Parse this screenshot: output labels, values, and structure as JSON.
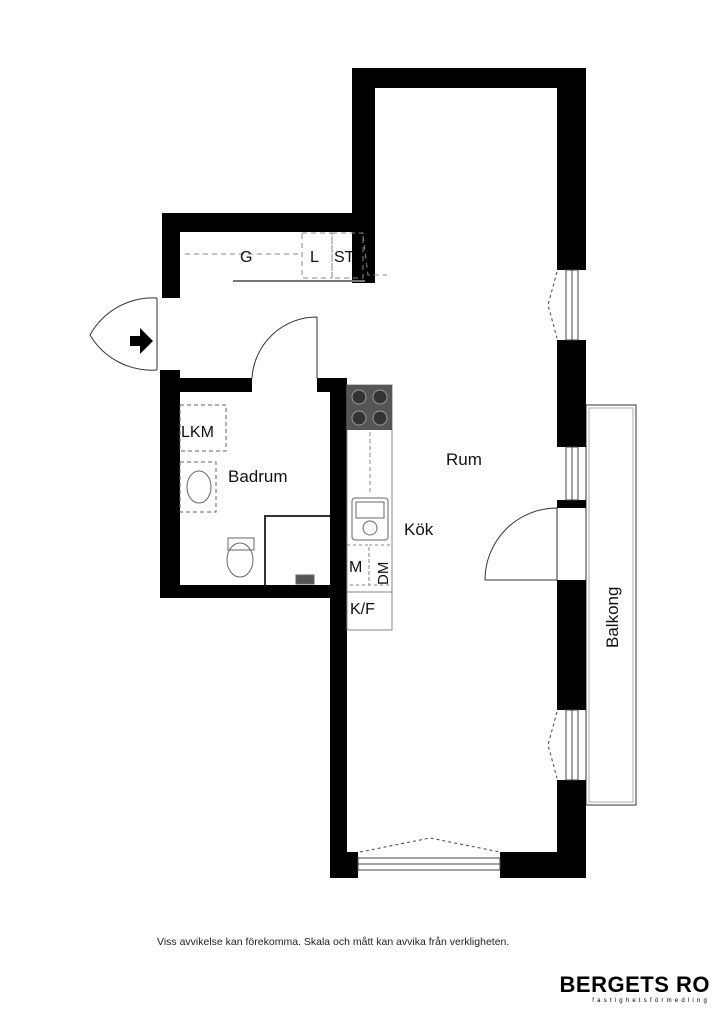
{
  "rooms": {
    "rum": "Rum",
    "badrum": "Badrum",
    "kok": "Kök",
    "balkong": "Balkong"
  },
  "fixtures": {
    "g": "G",
    "l": "L",
    "st": "ST",
    "lkm": "LKM",
    "m": "M",
    "dm": "DM",
    "kf": "K/F"
  },
  "disclaimer": "Viss avvikelse kan förekomma. Skala och mått kan avvika från verkligheten.",
  "logo": {
    "name": "BERGETS RO",
    "tagline": "fastighetsförmedling"
  }
}
